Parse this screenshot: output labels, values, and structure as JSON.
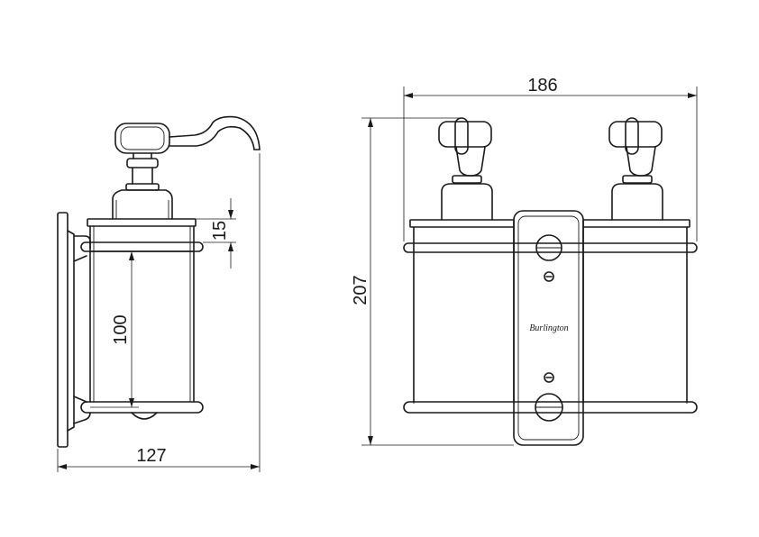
{
  "dimensions": {
    "side_width": "127",
    "side_height_small": "15",
    "side_height_body": "100",
    "front_width": "186",
    "front_height": "207"
  },
  "branding": {
    "plate_text": "Burlington"
  },
  "colors": {
    "line": "#1a1a1a",
    "background": "#ffffff"
  }
}
